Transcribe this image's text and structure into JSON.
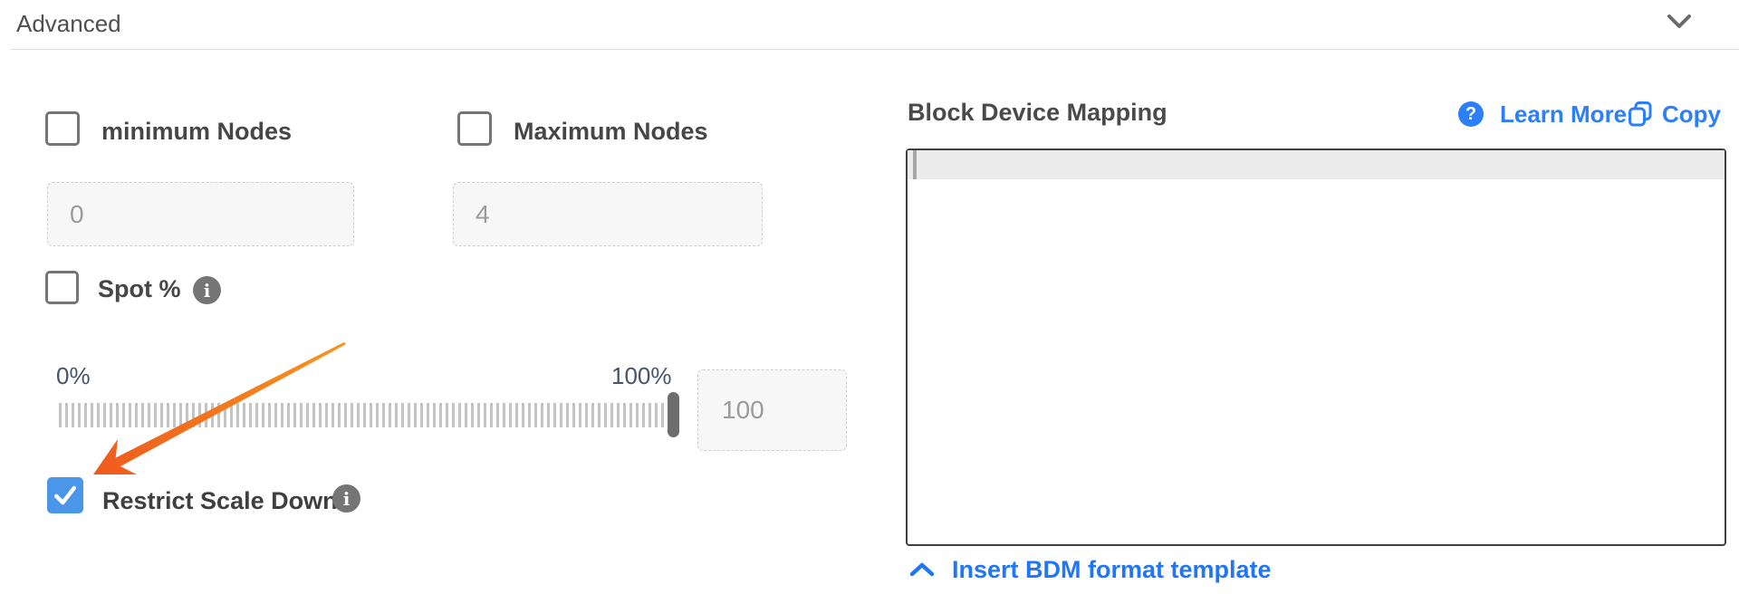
{
  "header": {
    "title": "Advanced",
    "collapse_icon": "chevron-down-icon"
  },
  "form": {
    "minimum_nodes": {
      "label": "minimum Nodes",
      "checked": false,
      "value": "0"
    },
    "maximum_nodes": {
      "label": "Maximum Nodes",
      "checked": false,
      "value": "4"
    },
    "spot": {
      "label": "Spot %",
      "checked": false,
      "info_icon": "info-icon"
    },
    "slider": {
      "min_label": "0%",
      "max_label": "100%",
      "position_pct": 100,
      "value": "100"
    },
    "restrict_scale_down": {
      "label": "Restrict Scale Down",
      "checked": true,
      "info_icon": "info-icon"
    }
  },
  "bdm": {
    "title": "Block Device Mapping",
    "learn_more_label": "Learn More",
    "copy_label": "Copy",
    "editor_value": "",
    "insert_template_label": "Insert BDM format template"
  },
  "annotation": {
    "type": "arrow",
    "color_start": "#f7941e",
    "color_end": "#ef5a1e",
    "points_at": "restrict-scale-down-checkbox"
  },
  "colors": {
    "accent_blue": "#2d7ff9",
    "link_blue": "#2176f6",
    "checkbox_checked_blue": "#4a96e8",
    "slider_label_slate": "#44546a",
    "muted_text": "#9b9b9b",
    "label_text": "#464646",
    "editor_border": "#3f3f3f",
    "editor_highlight": "#ececec"
  }
}
